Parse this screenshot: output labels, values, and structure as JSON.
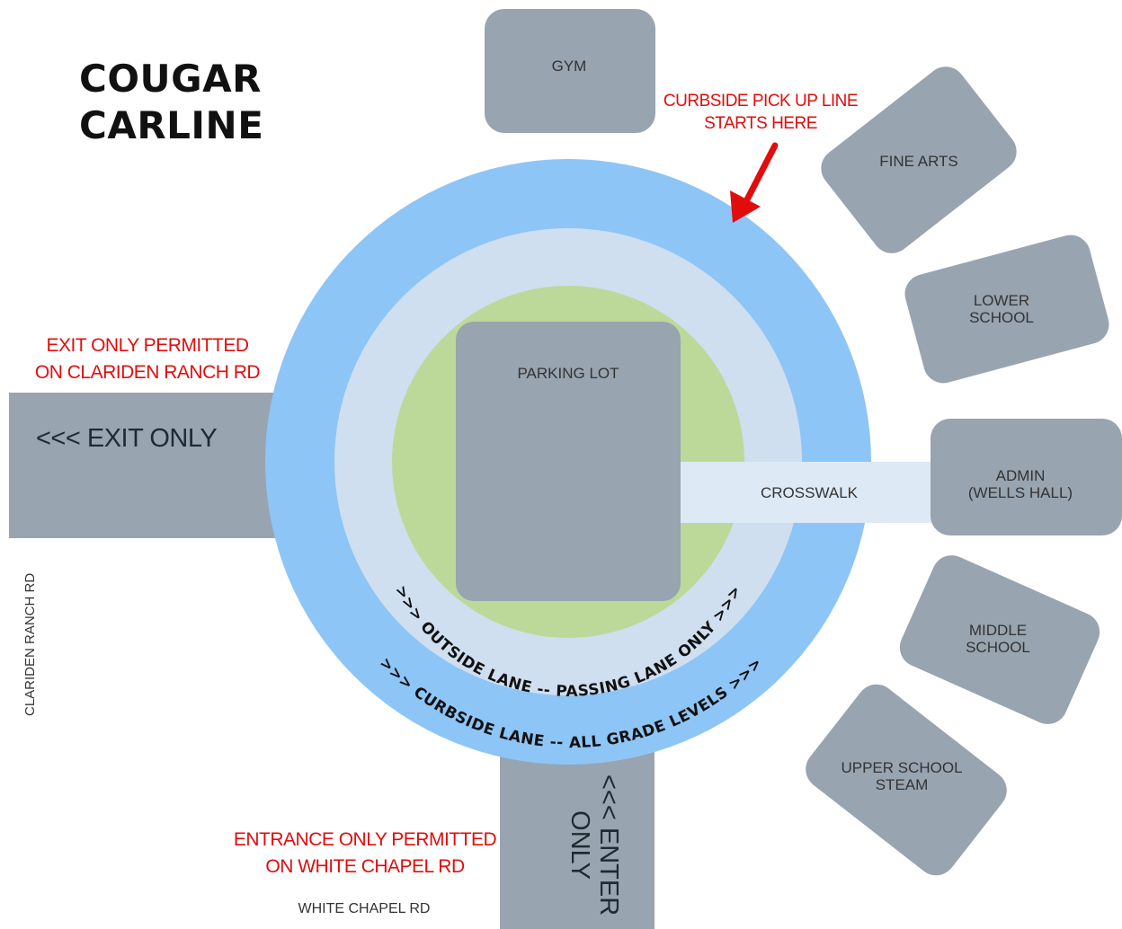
{
  "title": {
    "line1": "COUGAR",
    "line2": "CARLINE"
  },
  "notes": {
    "pickup_line1": "CURBSIDE PICK UP LINE",
    "pickup_line2": "STARTS HERE",
    "exit_line1": "EXIT ONLY PERMITTED",
    "exit_line2": "ON CLARIDEN RANCH RD",
    "entrance_line1": "ENTRANCE ONLY PERMITTED",
    "entrance_line2": "ON WHITE CHAPEL RD"
  },
  "roads": {
    "exit_label": "<<< EXIT ONLY",
    "enter_label_line1": "<<< ENTER",
    "enter_label_line2": "ONLY",
    "clariden": "CLARIDEN RANCH RD",
    "white_chapel": "WHITE CHAPEL RD"
  },
  "lanes": {
    "outside": ">>> OUTSIDE LANE -- PASSING LANE ONLY >>>",
    "curbside": ">>> CURBSIDE LANE -- ALL GRADE LEVELS >>>"
  },
  "buildings": {
    "gym": "GYM",
    "fine_arts": "FINE ARTS",
    "lower_school_1": "LOWER",
    "lower_school_2": "SCHOOL",
    "admin_1": "ADMIN",
    "admin_2": "(WELLS HALL)",
    "middle_school_1": "MIDDLE",
    "middle_school_2": "SCHOOL",
    "upper_school_1": "UPPER SCHOOL",
    "upper_school_2": "STEAM",
    "parking_lot": "PARKING LOT",
    "crosswalk": "CROSSWALK"
  },
  "colors": {
    "building": "#98a4b0",
    "outer_ring": "#8ec5f7",
    "inner_ring": "#cfdff0",
    "grass": "#bcd99a",
    "crosswalk": "#dde9f5",
    "note": "#e10d0d"
  }
}
